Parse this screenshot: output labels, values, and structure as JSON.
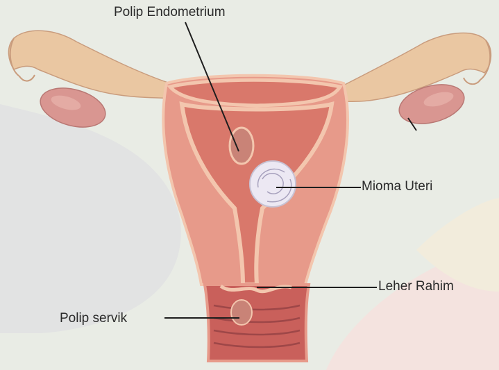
{
  "labels": {
    "polip_endometrium": "Polip Endometrium",
    "mioma_uteri": "Mioma Uteri",
    "leher_rahim": "Leher Rahim",
    "polip_servik": "Polip servik"
  },
  "colors": {
    "background": "#e9ece5",
    "uterus_wall": "#e79a8a",
    "uterus_outline": "#f3c6ae",
    "cavity": "#d9786b",
    "fallopian_tube": "#eac7a2",
    "ovary": "#d99691",
    "myoma": "#ece8f3",
    "polyp": "#c98377",
    "cervix": "#b85a57",
    "leader_line": "#1e1e1e"
  }
}
